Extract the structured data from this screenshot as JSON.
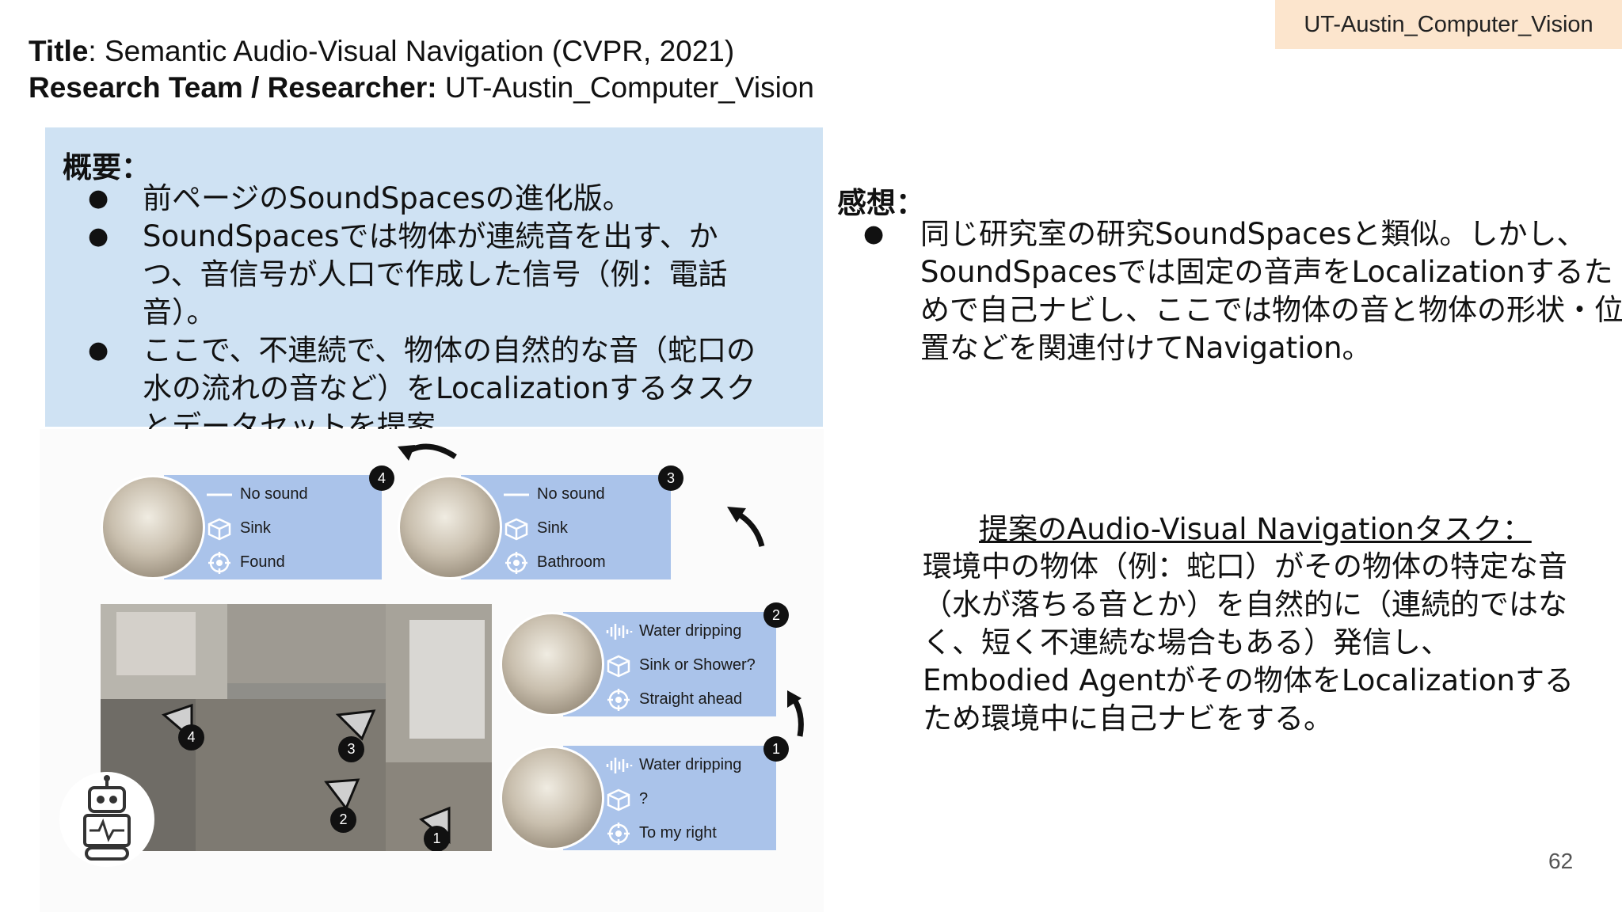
{
  "header_tag": "UT-Austin_Computer_Vision",
  "title": {
    "label": "Title",
    "value": ": Semantic Audio-Visual Navigation (CVPR, 2021)",
    "team_label": "Research Team / Researcher:",
    "team_value": " UT-Austin_Computer_Vision"
  },
  "summary": {
    "heading": "概要：",
    "items": [
      "前ページのSoundSpacesの進化版。",
      "SoundSpacesでは物体が連続音を出す、かつ、音信号が人口で作成した信号（例：電話音）。",
      "ここで、不連続で、物体の自然的な音（蛇口の水の流れの音など）をLocalizationするタスクとデータセットを提案。"
    ]
  },
  "impressions": {
    "heading": "感想：",
    "items": [
      "同じ研究室の研究SoundSpacesと類似。しかし、SoundSpacesでは固定の音声をLocalizationするためで自己ナビし、ここでは物体の音と物体の形状・位置などを関連付けてNavigation。"
    ]
  },
  "task": {
    "heading": "提案のAudio-Visual Navigationタスク：",
    "body": "環境中の物体（例：蛇口）がその物体の特定な音（水が落ちる音とか）を自然的に（連続的ではなく、短く不連続な場合もある）発信し、Embodied Agentがその物体をLocalizationするため環境中に自己ナビをする。"
  },
  "figure": {
    "cards": [
      {
        "num": "4",
        "sound": "No sound",
        "object": "Sink",
        "goal": "Found"
      },
      {
        "num": "3",
        "sound": "No sound",
        "object": "Sink",
        "goal": "Bathroom"
      },
      {
        "num": "2",
        "sound": "Water dripping",
        "object": "Sink or Shower?",
        "goal": "Straight ahead"
      },
      {
        "num": "1",
        "sound": "Water dripping",
        "object": "?",
        "goal": "To my right"
      }
    ],
    "map_markers": [
      "4",
      "3",
      "2",
      "1"
    ]
  },
  "page_number": "62"
}
